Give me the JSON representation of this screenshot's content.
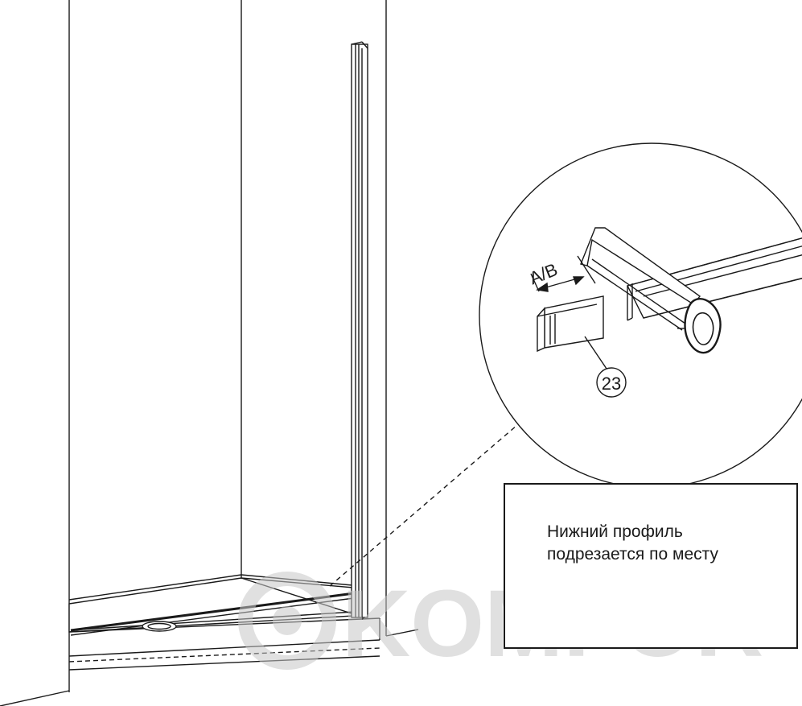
{
  "detail": {
    "dimension_label": "A/B",
    "part_number": "23"
  },
  "note": {
    "line1": "Нижний профиль",
    "line2": "подрезается по месту"
  },
  "watermark": {
    "text": "KOMFOR"
  },
  "colors": {
    "line": "#1a1a1a",
    "watermark": "#c8c8c8",
    "background": "#ffffff"
  }
}
